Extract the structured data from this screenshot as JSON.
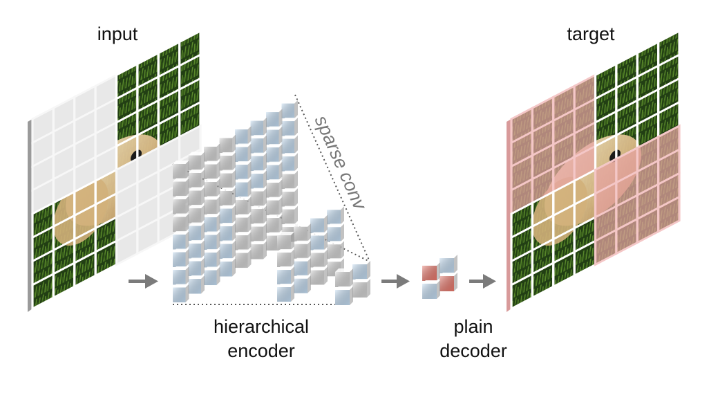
{
  "labels": {
    "input": "input",
    "target": "target",
    "sparse_conv": "sparse conv",
    "encoder_line1": "hierarchical",
    "encoder_line2": "encoder",
    "decoder_line1": "plain",
    "decoder_line2": "decoder"
  },
  "colors": {
    "background": "#ffffff",
    "masked_cell": "#e8e8e8",
    "grass_dark": "#1f3a12",
    "grass_light": "#4e7a24",
    "dog_fur": "#e6d3a8",
    "encoder_gray": "#d4d4d4",
    "encoder_blue": "#c3dcf2",
    "decoder_red": "#e9786c",
    "target_overlay": "#e8a4a4",
    "arrow": "#7b7b7b",
    "dotted_line": "#555555"
  },
  "grid": {
    "input_size": 8,
    "masked_cells": [
      "0,0",
      "0,1",
      "0,2",
      "0,3",
      "1,0",
      "1,1",
      "1,2",
      "1,3",
      "2,0",
      "2,1",
      "2,2",
      "2,3",
      "3,0",
      "3,1",
      "3,2",
      "3,3",
      "4,4",
      "4,5",
      "4,6",
      "4,7",
      "5,4",
      "5,5",
      "5,6",
      "5,7",
      "6,4",
      "6,5",
      "6,6",
      "6,7",
      "7,4",
      "7,5",
      "7,6",
      "7,7"
    ]
  },
  "icons": [
    "arrow-right-icon"
  ]
}
